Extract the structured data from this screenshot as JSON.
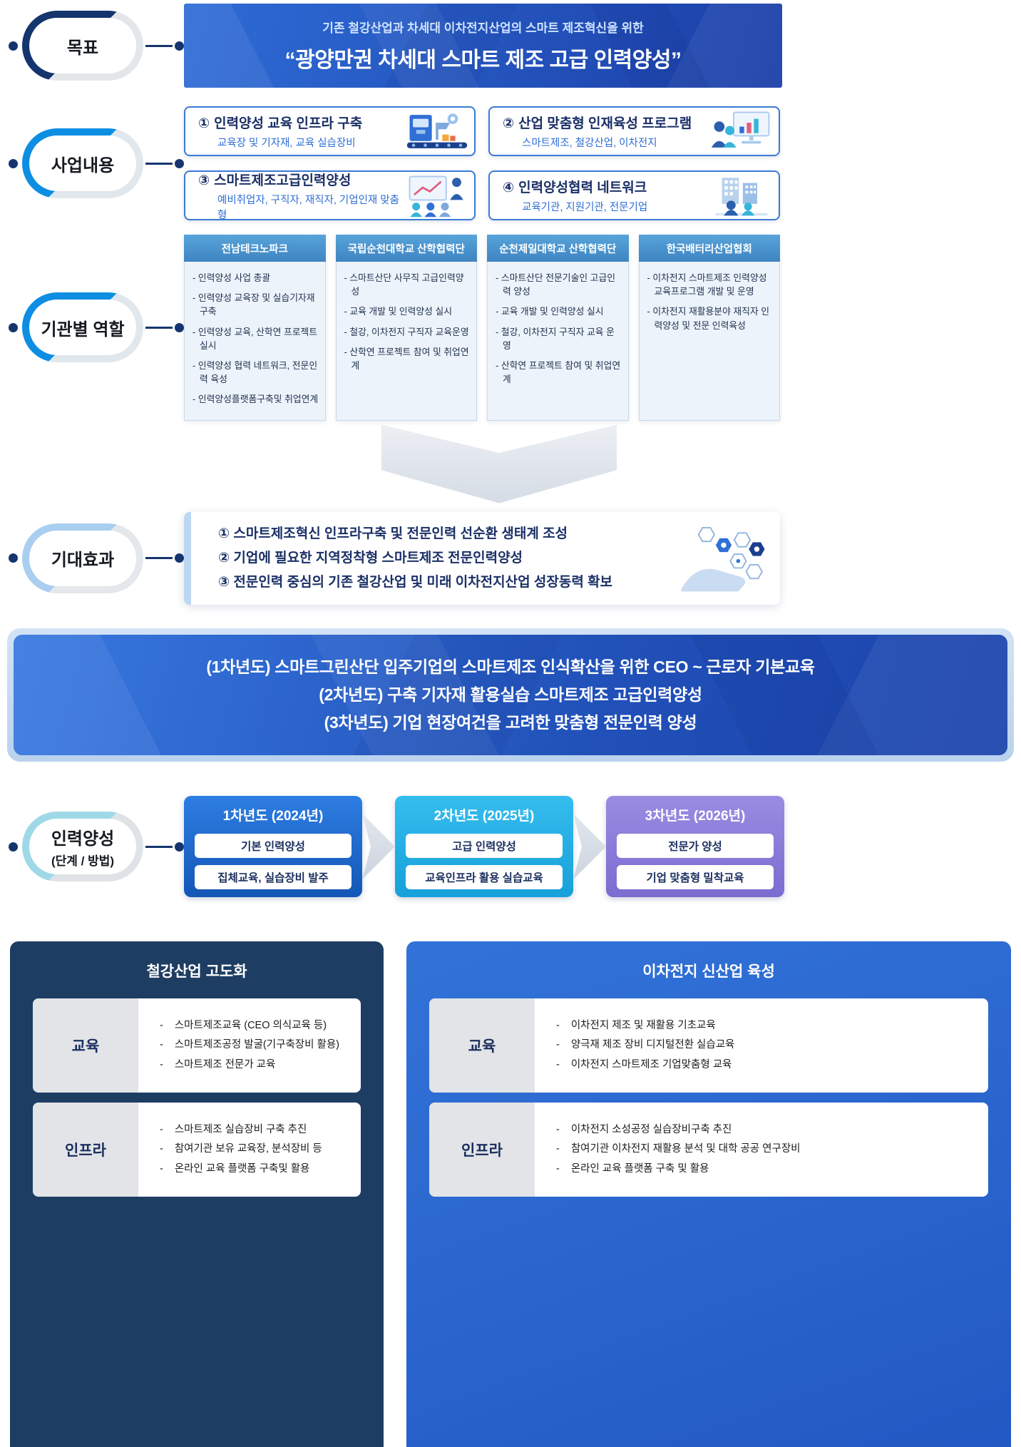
{
  "colors": {
    "navy": "#16356e",
    "primary_blue": "#2f6fd6",
    "banner_blue_dark": "#1b3ea6",
    "sky_blue": "#0d8ee3",
    "cyan": "#29b2e4",
    "purple": "#8b7bd8",
    "panel_navy": "#1e3d63",
    "panel_blue": "#2e6fd0",
    "label_gray": "#e2e4e8"
  },
  "goal": {
    "label": "목표",
    "subtitle": "기존 철강산업과 차세대 이차전지산업의 스마트 제조혁신을 위한",
    "title": "“광양만권 차세대 스마트 제조 고급 인력양성”"
  },
  "business": {
    "label": "사업내용",
    "items": [
      {
        "num": "①",
        "title": "인력양성 교육 인프라 구축",
        "desc": "교육장 및 기자재, 교육 실습장비",
        "icon": "factory-infra-icon"
      },
      {
        "num": "②",
        "title": "산업 맞춤형 인재육성 프로그램",
        "desc": "스마트제조, 철강산업, 이차전지",
        "icon": "talent-program-icon"
      },
      {
        "num": "③",
        "title": "스마트제조고급인력양성",
        "desc": "예비취업자, 구직자, 재직자, 기업인재 맞춤형",
        "icon": "advanced-training-icon"
      },
      {
        "num": "④",
        "title": "인력양성협력 네트워크",
        "desc": "교육기관, 지원기관, 전문기업",
        "icon": "cooperation-network-icon"
      }
    ]
  },
  "roles": {
    "label": "기관별 역할",
    "columns": [
      {
        "header": "전남테크노파크",
        "items": [
          "인력양성 사업 총괄",
          "인력양성 교육장 및 실습기자재 구축",
          "인력양성 교육, 산학연 프로젝트 실시",
          "인력양성 협력 네트워크, 전문인력 육성",
          "인력양성플랫폼구축및 취업연계"
        ]
      },
      {
        "header": "국립순천대학교 산학협력단",
        "items": [
          "스마트산단 사무직 고급인력양성",
          "교육 개발 및 인력양성 실시",
          "철강, 이차전지 구직자 교육운영",
          "산학연 프로젝트 참여 및 취업연계"
        ]
      },
      {
        "header": "순천제일대학교 산학협력단",
        "items": [
          "스마트산단 전문기술인 고급인력 양성",
          "교육 개발 및 인력양성 실시",
          "철강, 이차전지 구직자 교육 운영",
          "산학연 프로젝트 참여 및 취업연계"
        ]
      },
      {
        "header": "한국배터리산업협회",
        "items": [
          "이차전지 스마트제조 인력양성 교육프로그램 개발 및 운영",
          "이차전지 재활용분야 재직자 인력양성 및 전문 인력육성"
        ]
      }
    ]
  },
  "effects": {
    "label": "기대효과",
    "items": [
      "① 스마트제조혁신 인프라구축 및 전문인력 선순환 생태계 조성",
      "② 기업에 필요한 지역정착형 스마트제조 전문인력양성",
      "③ 전문인력 중심의 기존 철강산업 및 미래 이차전지산업 성장동력 확보"
    ]
  },
  "yearly_banner": {
    "lines": [
      "(1차년도) 스마트그린산단 입주기업의 스마트제조 인식확산을 위한 CEO ~ 근로자 기본교육",
      "(2차년도) 구축 기자재 활용실습 스마트제조 고급인력양성",
      "(3차년도) 기업 현장여건을 고려한 맞춤형 전문인력 양성"
    ]
  },
  "phases": {
    "label_line1": "인력양성",
    "label_line2": "(단계 / 방법)",
    "items": [
      {
        "title": "1차년도 (2024년)",
        "rows": [
          "기본 인력양성",
          "집체교육, 실습장비 발주"
        ]
      },
      {
        "title": "2차년도 (2025년)",
        "rows": [
          "고급 인력양성",
          "교육인프라 활용 실습교육"
        ]
      },
      {
        "title": "3차년도 (2026년)",
        "rows": [
          "전문가 양성",
          "기업 맞춤형 밀착교육"
        ]
      }
    ]
  },
  "panels": [
    {
      "title": "철강산업 고도화",
      "sections": [
        {
          "label": "교육",
          "items": [
            "스마트제조교육 (CEO 의식교육 등)",
            "스마트제조공정 발굴(기구축장비 활용)",
            "스마트제조 전문가 교육"
          ]
        },
        {
          "label": "인프라",
          "items": [
            "스마트제조 실습장비 구축 추진",
            "참여기관 보유 교육장, 분석장비 등",
            "온라인 교육 플랫폼 구축및 활용"
          ]
        }
      ]
    },
    {
      "title": "이차전지 신산업 육성",
      "sections": [
        {
          "label": "교육",
          "items": [
            "이차전지 제조 및 재활용 기초교육",
            "양극재 제조 장비 디지털전환 실습교육",
            "이차전지 스마트제조 기업맞춤형 교육"
          ]
        },
        {
          "label": "인프라",
          "items": [
            "이차전지 소성공정 실습장비구축 추진",
            "참여기관 이차전지 재활용 분석 및 대학 공공 연구장비",
            "온라인 교육 플랫폼 구축 및 활용"
          ]
        }
      ]
    }
  ]
}
